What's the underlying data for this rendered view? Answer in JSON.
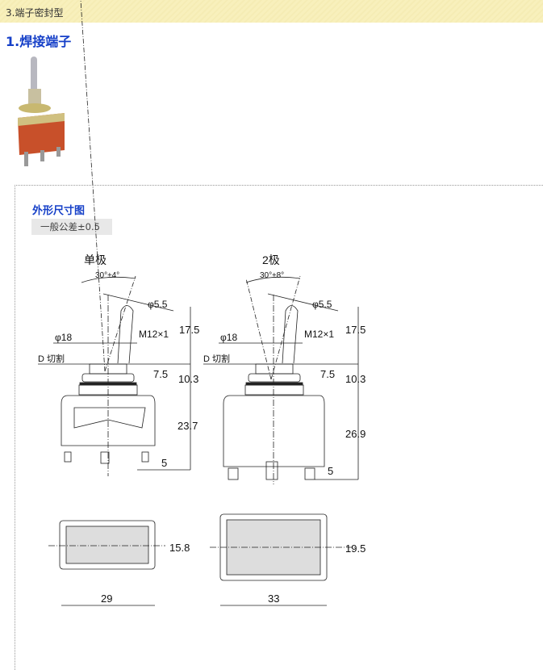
{
  "header": {
    "section": "3.端子密封型"
  },
  "title": "1.焊接端子",
  "subtitle": "外形尺寸图",
  "tolerance": "一般公差±0.5",
  "drawings": {
    "single": {
      "label": "单极",
      "angle": "30°±4°",
      "phi_lever": "φ5.5",
      "phi_bush": "φ18",
      "thread": "M12×1",
      "d_cut": "D 切割",
      "dim_top": "17.5",
      "dim_nut": "7.5",
      "dim_bush": "10.3",
      "dim_body": "23.7",
      "dim_term": "5",
      "width": "29",
      "depth": "15.8"
    },
    "double": {
      "label": "2极",
      "angle": "30°±8°",
      "phi_lever": "φ5.5",
      "phi_bush": "φ18",
      "thread": "M12×1",
      "d_cut": "D 切割",
      "dim_top": "17.5",
      "dim_nut": "7.5",
      "dim_bush": "10.3",
      "dim_body": "26.9",
      "dim_term": "5",
      "width": "33",
      "depth": "19.5"
    }
  }
}
